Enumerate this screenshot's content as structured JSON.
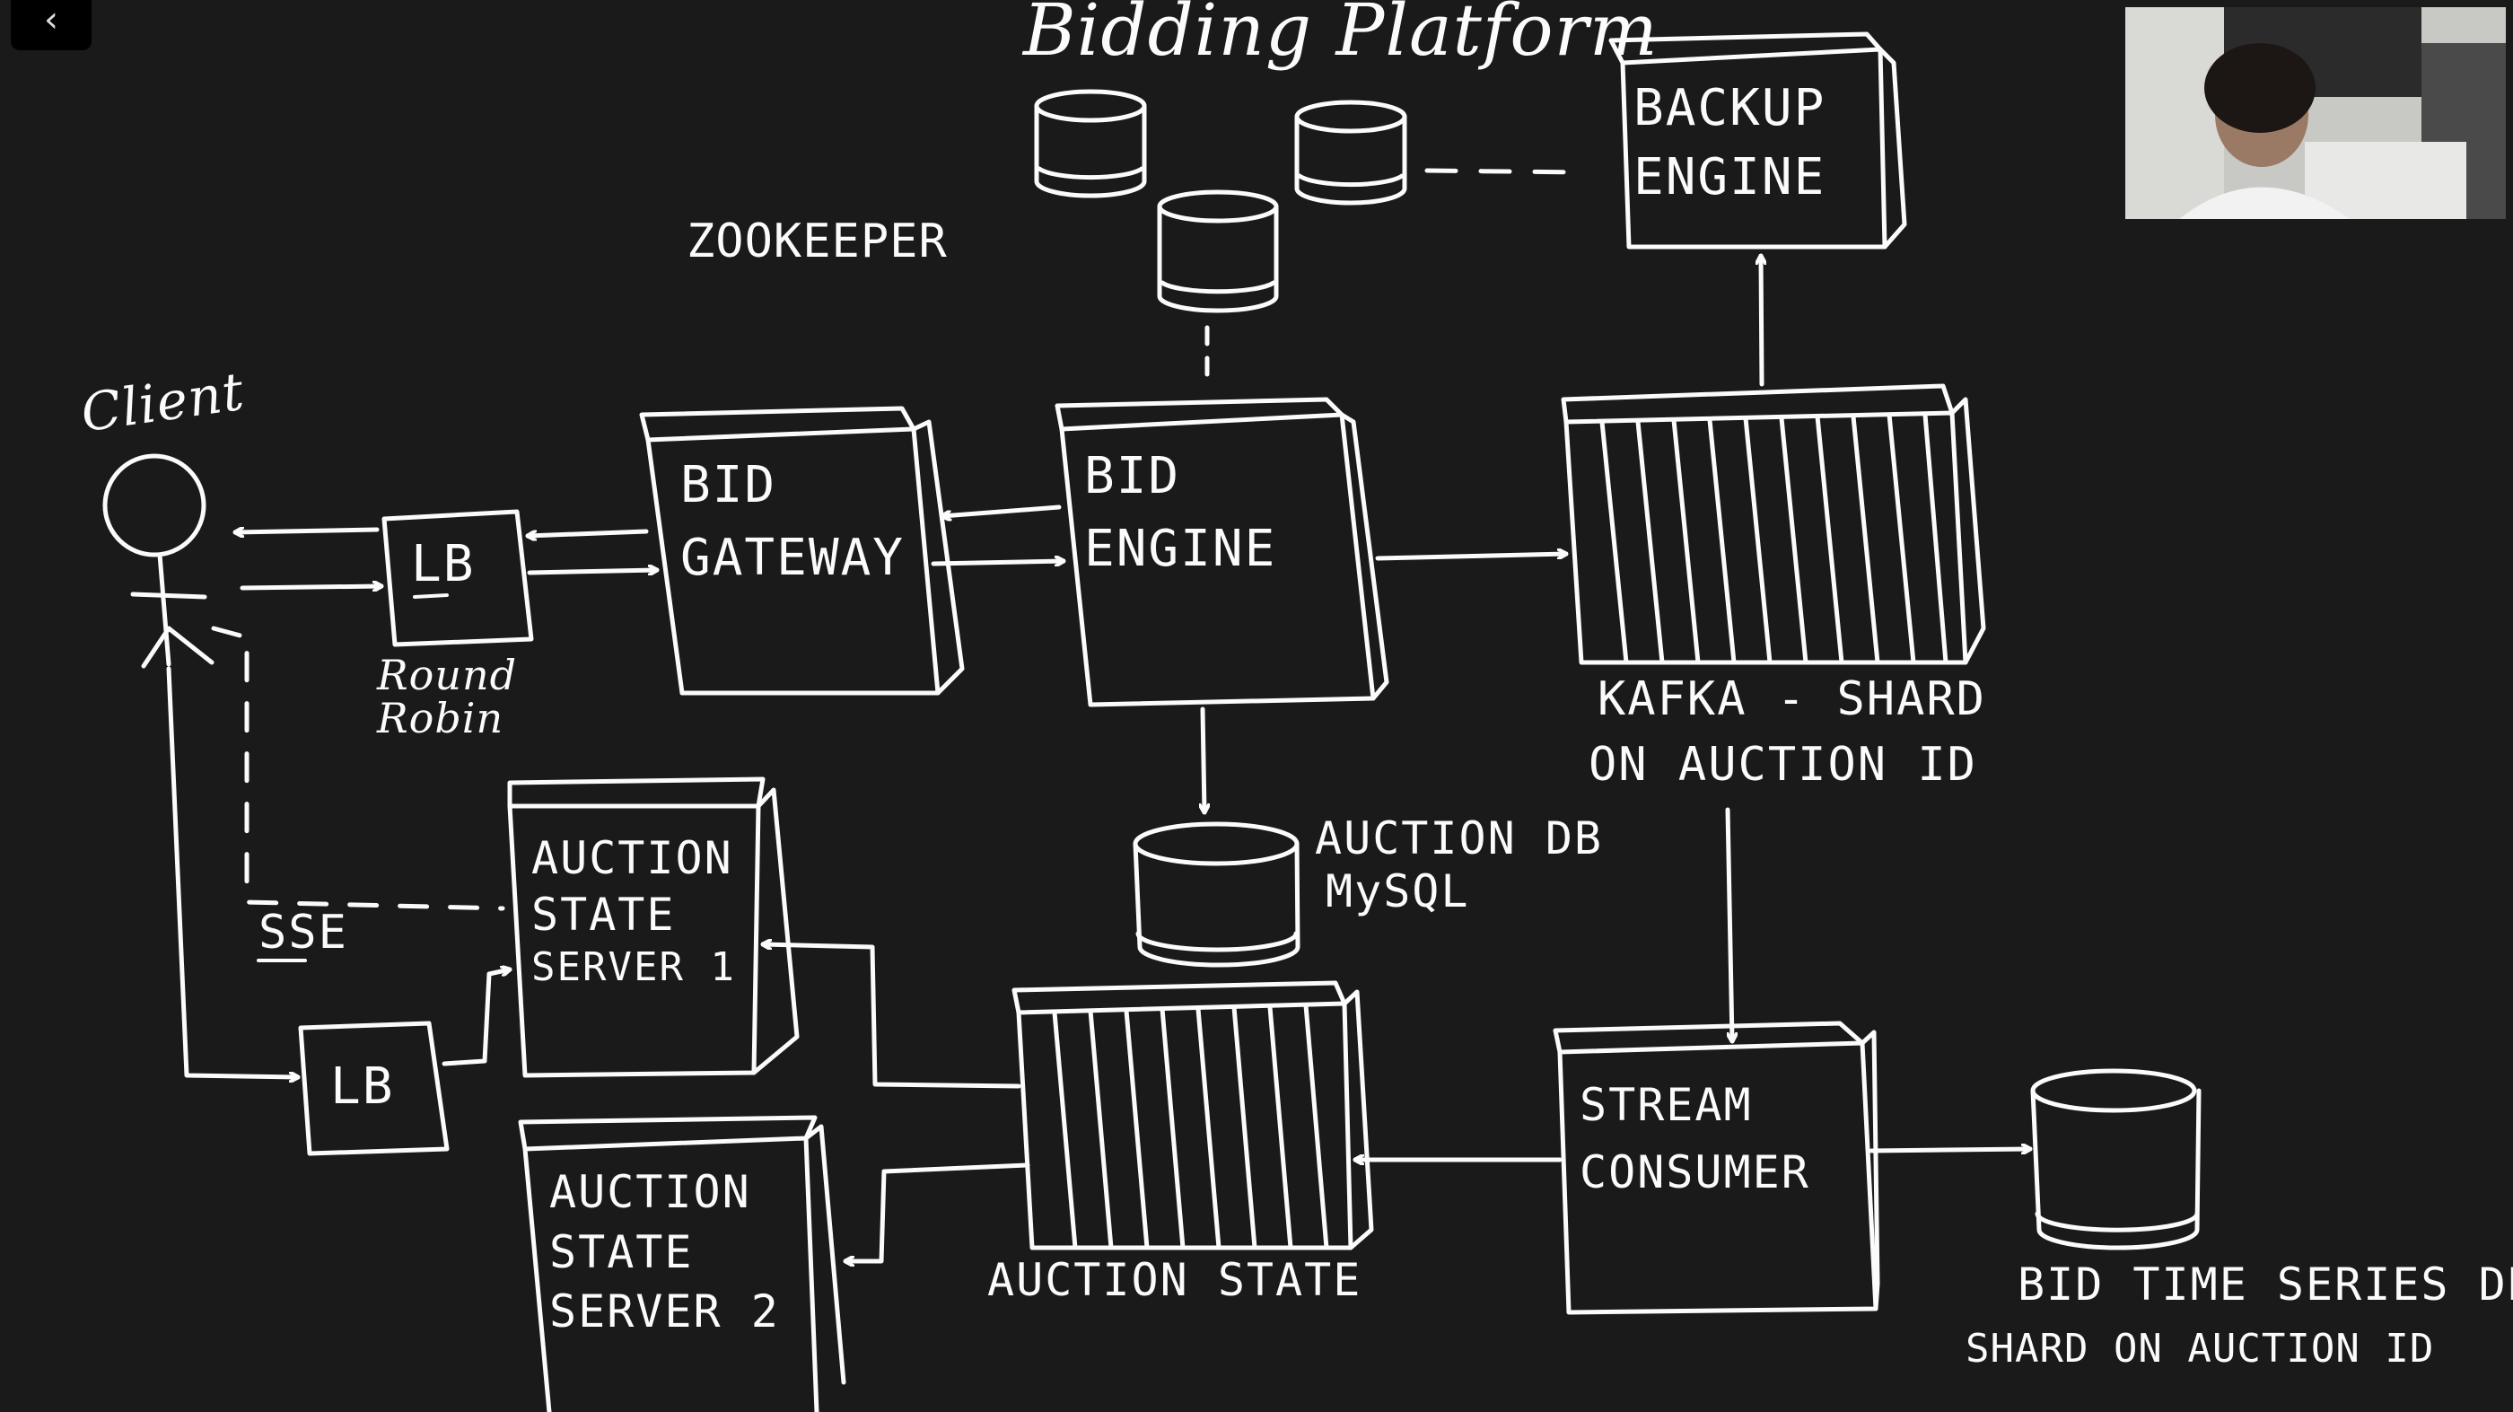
{
  "title": "Bidding Platform",
  "zookeeper": "ZOOKEEPER",
  "backup_engine": [
    "BACKUP",
    "ENGINE"
  ],
  "client": "Client",
  "lb_top": "LB",
  "round_robin": [
    "Round",
    "Robin"
  ],
  "bid_gateway": [
    "BID",
    "GATEWAY"
  ],
  "bid_engine": [
    "BID",
    "ENGINE"
  ],
  "kafka": [
    "KAFKA - SHARD",
    "ON AUCTION ID"
  ],
  "auction_db": [
    "AUCTION DB",
    "MySQL"
  ],
  "auction_state_server_1": [
    "AUCTION",
    "STATE",
    "SERVER 1"
  ],
  "auction_state_server_2": [
    "AUCTION",
    "STATE",
    "SERVER 2"
  ],
  "sse": "SSE",
  "lb_bottom": "LB",
  "auction_state": "AUCTION STATE",
  "stream_consumer": [
    "STREAM",
    "CONSUMER"
  ],
  "bid_ts_db": [
    "BID TIME SERIES DB",
    "SHARD ON AUCTION ID"
  ],
  "colors": {
    "background": "#1a1a1a",
    "ink": "#fbfbfb"
  },
  "icons": {
    "back": "chevron-left-icon"
  }
}
